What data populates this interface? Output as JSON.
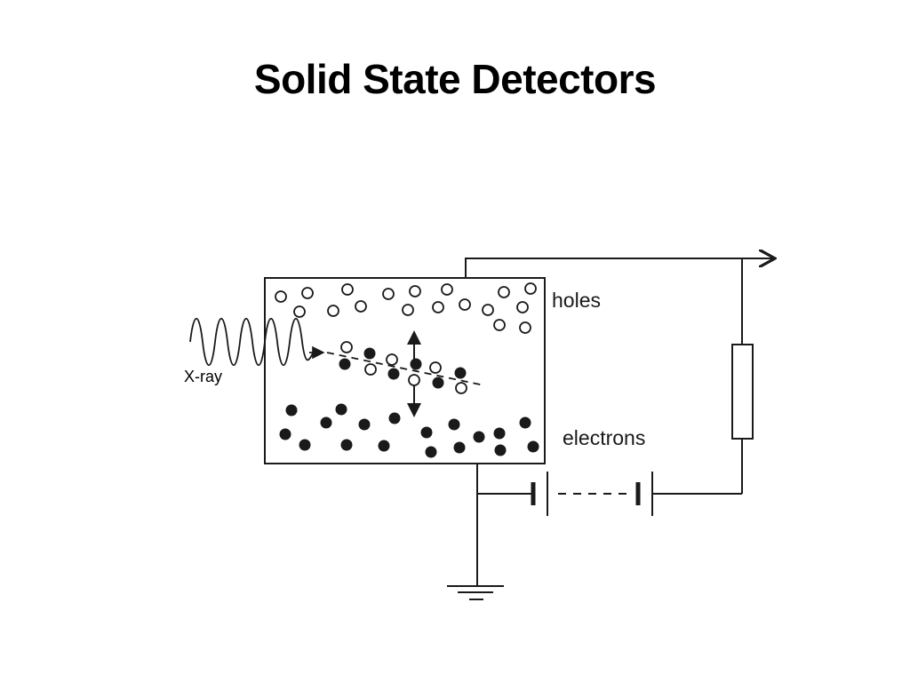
{
  "slide": {
    "title": "Solid State Detectors"
  },
  "diagram": {
    "labels": {
      "holes": "holes",
      "electrons": "electrons",
      "xray": "X-ray"
    },
    "colors": {
      "ink": "#1a1a1a",
      "background": "#ffffff"
    }
  }
}
